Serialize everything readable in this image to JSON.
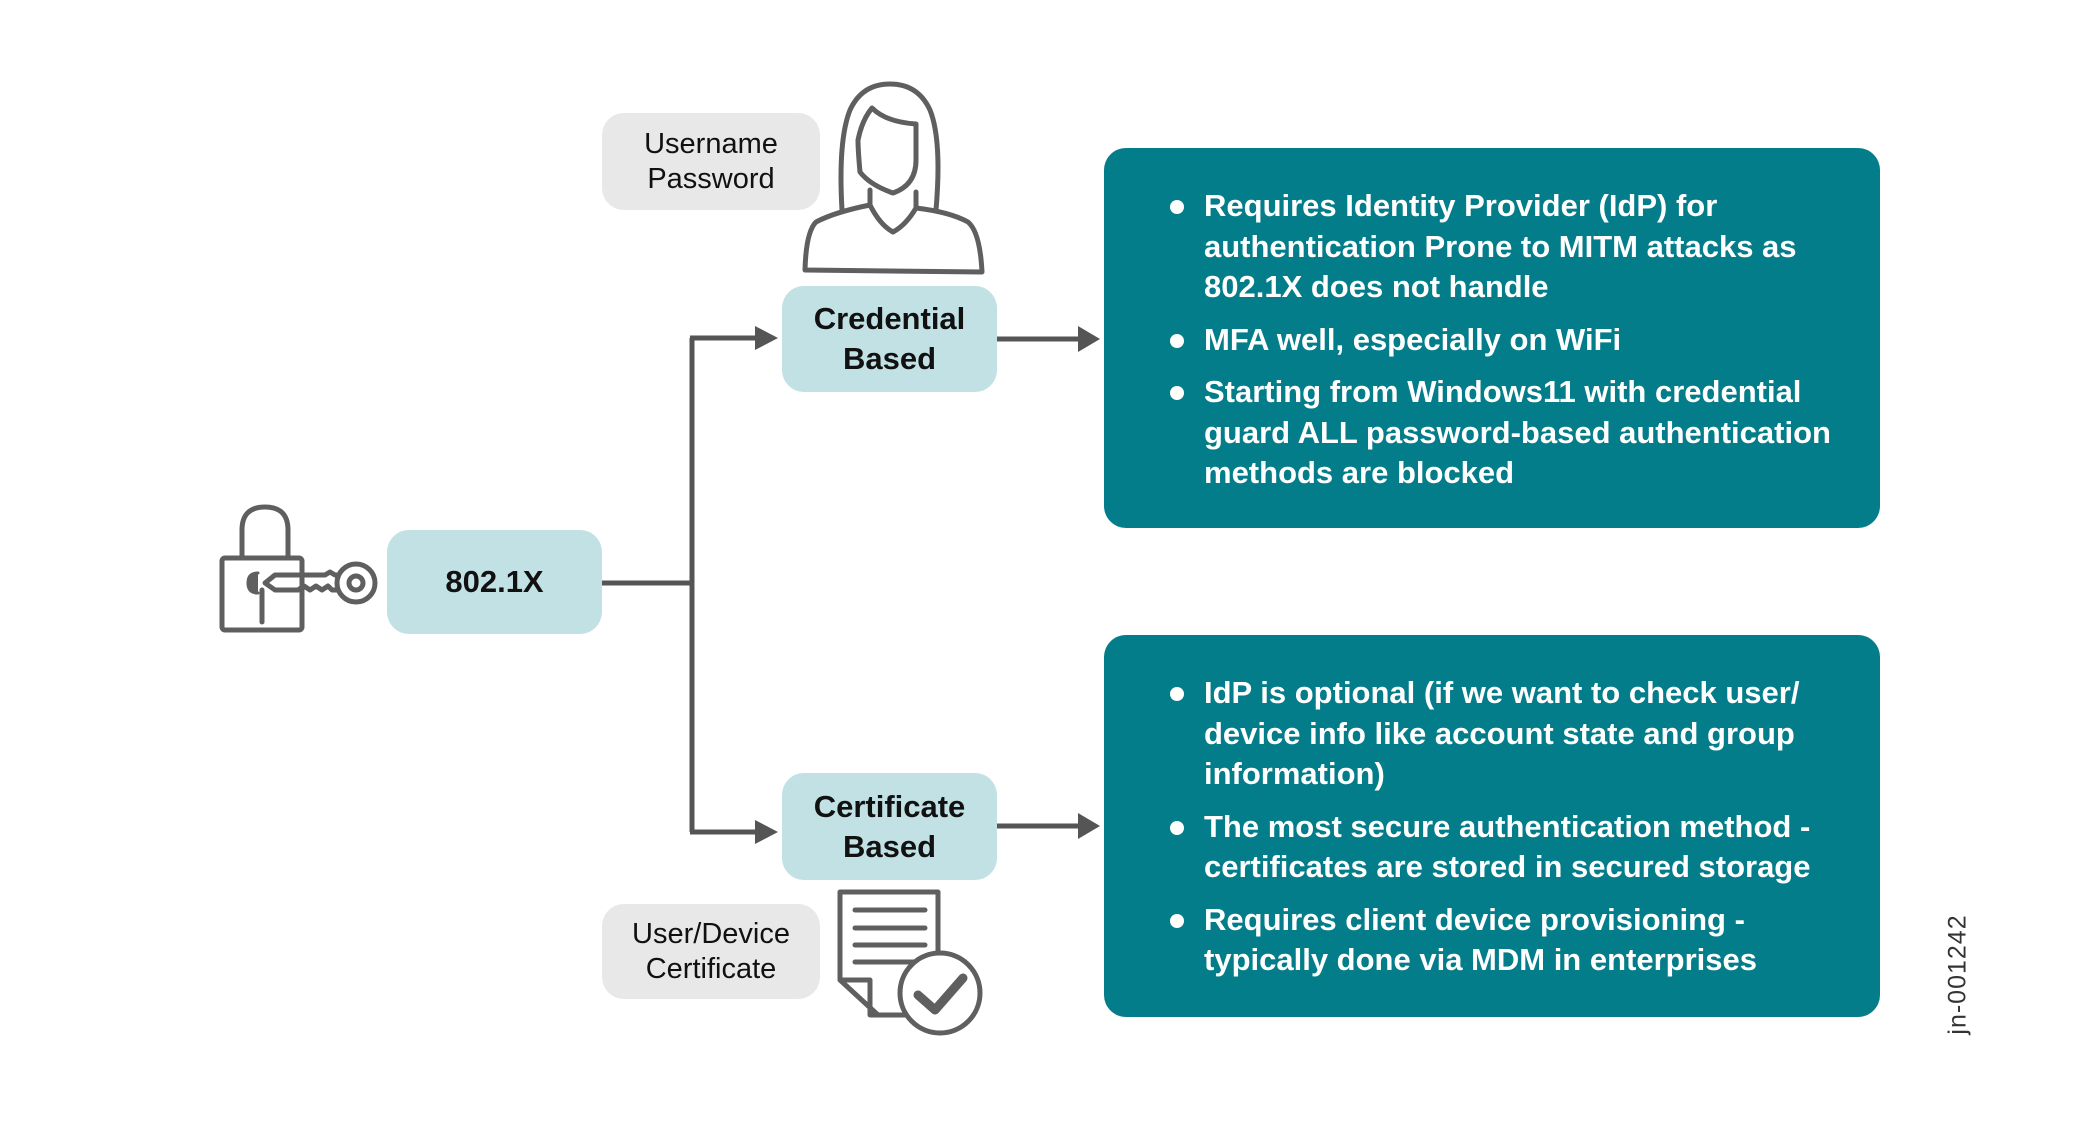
{
  "root_node": {
    "label": "802.1X",
    "icon": "lock-key-icon"
  },
  "branches": [
    {
      "id": "credential",
      "label_lines": [
        "Credential",
        "Based"
      ],
      "input_label_lines": [
        "Username",
        "Password"
      ],
      "icon": "person-icon",
      "bullets": [
        {
          "lines": [
            "Requires Identity Provider (IdP) for",
            "authentication Prone to MITM attacks as",
            "802.1X does not handle"
          ]
        },
        {
          "lines": [
            "MFA well, especially on WiFi"
          ]
        },
        {
          "lines": [
            "Starting from Windows11 with credential",
            "guard ALL password-based authentication",
            "methods are blocked"
          ]
        }
      ]
    },
    {
      "id": "certificate",
      "label_lines": [
        "Certificate",
        "Based"
      ],
      "input_label_lines": [
        "User/Device",
        "Certificate"
      ],
      "icon": "certificate-document-icon",
      "bullets": [
        {
          "lines": [
            "IdP is optional (if we want to check user/",
            "device info like account state and group",
            "information)"
          ]
        },
        {
          "lines": [
            "The most secure authentication method -",
            "certificates are stored in secured storage"
          ]
        },
        {
          "lines": [
            "Requires client device provisioning -",
            "typically done via MDM in enterprises"
          ]
        }
      ]
    }
  ],
  "figure_id": "jn-001242",
  "colors": {
    "node_fill": "#c1e1e5",
    "label_fill": "#e8e8e8",
    "detail_fill": "#047d8a",
    "connector": "#555555",
    "icon_stroke": "#5f5f5f"
  }
}
